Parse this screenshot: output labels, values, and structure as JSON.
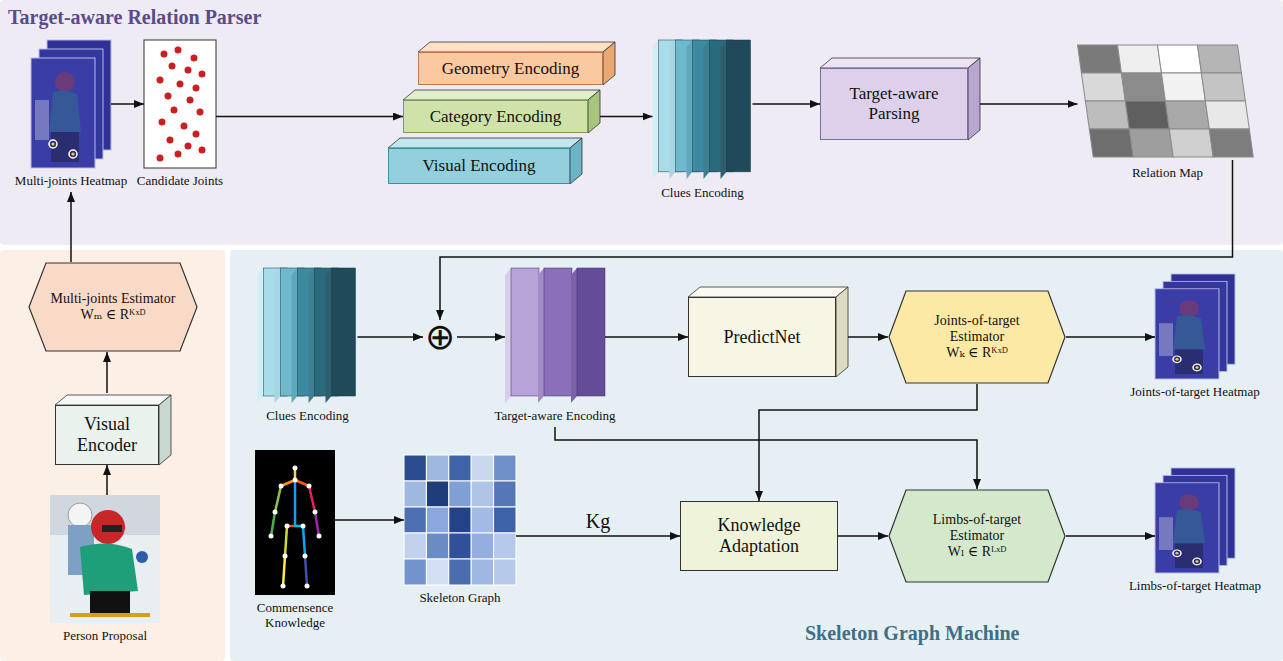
{
  "diagram": {
    "nodes": [
      {
        "text": [
          "Target-aware Relation Parser"
        ]
      },
      {
        "text": [
          "Multi-joints Heatmap"
        ],
        "in": 0
      },
      {
        "text": [
          "Candidate Joints"
        ],
        "in": 0
      },
      {
        "text": [
          "Geometry Encoding"
        ],
        "in": 0
      },
      {
        "text": [
          "Category Encoding"
        ],
        "in": 0
      },
      {
        "text": [
          "Visual Encoding"
        ],
        "in": 0
      },
      {
        "text": [
          "Clues Encoding"
        ],
        "in": 0
      },
      {
        "text": [
          "Target-aware Parsing"
        ],
        "in": 0
      },
      {
        "text": [
          "Relation Map"
        ],
        "in": 0
      },
      {
        "text": [
          "Multi-joints Estimator",
          "Wₘ ∈ Rᴷˣᴰ"
        ]
      },
      {
        "text": [
          "Visual Encoder"
        ]
      },
      {
        "text": [
          "Person Proposal"
        ]
      },
      {
        "text": [
          "Skeleton Graph Machine"
        ]
      },
      {
        "text": [
          "Clues Encoding"
        ],
        "in": 12
      },
      {
        "text": [
          "⊕"
        ],
        "in": 12
      },
      {
        "text": [
          "Target-aware Encoding"
        ],
        "in": 12
      },
      {
        "text": [
          "PredictNet"
        ],
        "in": 12
      },
      {
        "text": [
          "Joints-of-target Estimator",
          "Wₖ ∈ Rᴷˣᴰ"
        ],
        "in": 12
      },
      {
        "text": [
          "Joints-of-target Heatmap"
        ],
        "in": 12
      },
      {
        "text": [
          "Commensence Knowledge"
        ],
        "in": 12
      },
      {
        "text": [
          "Skeleton Graph"
        ],
        "in": 12
      },
      {
        "text": [
          "Knowledge Adaptation"
        ],
        "in": 12
      },
      {
        "text": [
          "Limbs-of-target Estimator",
          "Wₗ ∈ Rᴸˣᴰ"
        ],
        "in": 12
      },
      {
        "text": [
          "Limbs-of-target Heatmap"
        ],
        "in": 12
      }
    ],
    "edges": [
      {
        "from": 11,
        "to": 10,
        "arrow": "to"
      },
      {
        "from": 10,
        "to": 9,
        "arrow": "to"
      },
      {
        "from": 9,
        "to": 1,
        "arrow": "to"
      },
      {
        "from": 1,
        "to": 2,
        "arrow": "to"
      },
      {
        "from": 2,
        "to": 4,
        "arrow": "to"
      },
      {
        "from": 4,
        "to": 6,
        "arrow": "to"
      },
      {
        "from": 6,
        "to": 7,
        "arrow": "to"
      },
      {
        "from": 7,
        "to": 8,
        "arrow": "to"
      },
      {
        "from": 8,
        "to": 14,
        "arrow": "to"
      },
      {
        "from": 13,
        "to": 14,
        "arrow": "to"
      },
      {
        "from": 14,
        "to": 15,
        "arrow": "to"
      },
      {
        "from": 15,
        "to": 16,
        "arrow": "to"
      },
      {
        "from": 16,
        "to": 17,
        "arrow": "to"
      },
      {
        "from": 17,
        "to": 18,
        "arrow": "to"
      },
      {
        "from": 17,
        "to": 21,
        "arrow": "to"
      },
      {
        "from": 15,
        "to": 22,
        "arrow": "to"
      },
      {
        "from": 19,
        "to": 20,
        "arrow": "to"
      },
      {
        "from": 20,
        "to": 21,
        "label": "Kg",
        "arrow": "to"
      },
      {
        "from": 21,
        "to": 22,
        "arrow": "to"
      },
      {
        "from": 22,
        "to": 23,
        "arrow": "to"
      }
    ]
  }
}
